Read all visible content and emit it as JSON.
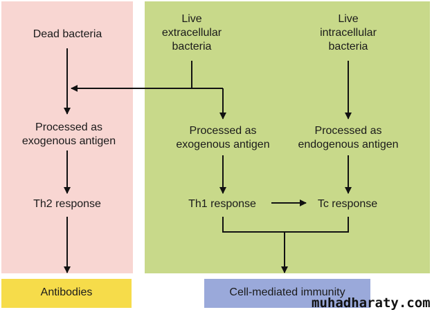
{
  "nodes": {
    "dead_bacteria": "Dead bacteria",
    "live_extracellular": "Live\nextracellular\nbacteria",
    "live_intracellular": "Live\nintracellular\nbacteria",
    "processed_exo_left": "Processed as\nexogenous antigen",
    "processed_exo_right": "Processed as\nexogenous antigen",
    "processed_endo": "Processed as\nendogenous antigen",
    "th2": "Th2 response",
    "th1": "Th1 response",
    "tc": "Tc response",
    "antibodies": "Antibodies",
    "cmi": "Cell-mediated immunity"
  },
  "watermark": "muhadharaty.com",
  "colors": {
    "left_panel": "#f8d6d2",
    "right_panel": "#c8d98a",
    "antibodies": "#f6dc4a",
    "cmi": "#9aa9da",
    "arrow": "#111111"
  }
}
